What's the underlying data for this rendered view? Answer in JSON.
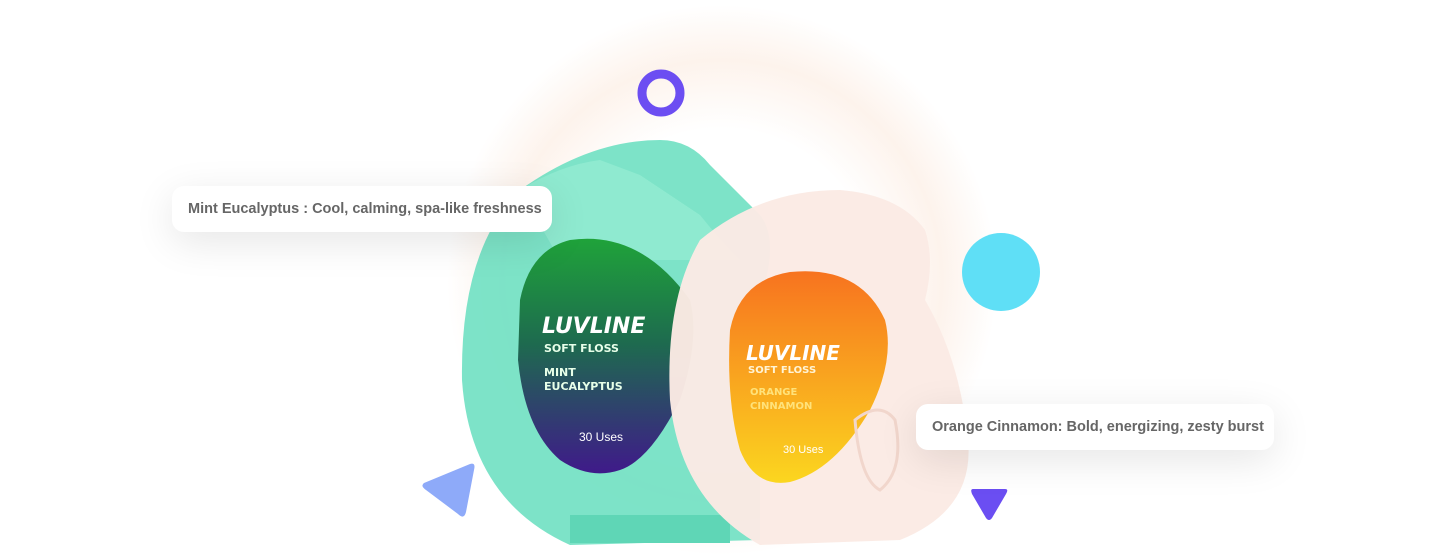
{
  "colors": {
    "ring_purple": "#6c4ef2",
    "cyan_dot": "#5fdff6",
    "blue_triangle": "#8eaaf9",
    "purple_triangle": "#6b4ef2",
    "mint_case": "#6ee0bf",
    "peach_case": "#fbe6df"
  },
  "products": [
    {
      "brand": "LUVLINE",
      "subtitle": "SOFT FLOSS",
      "flavor_line1": "MINT",
      "flavor_line2": "EUCALYPTUS",
      "uses": "30 Uses",
      "callout": "Mint Eucalyptus : Cool, calming, spa-like freshness"
    },
    {
      "brand": "LUVLINE",
      "subtitle": "SOFT FLOSS",
      "flavor_line1": "ORANGE",
      "flavor_line2": "CINNAMON",
      "uses": "30 Uses",
      "callout": "Orange Cinnamon: Bold, energizing, zesty burst"
    }
  ]
}
